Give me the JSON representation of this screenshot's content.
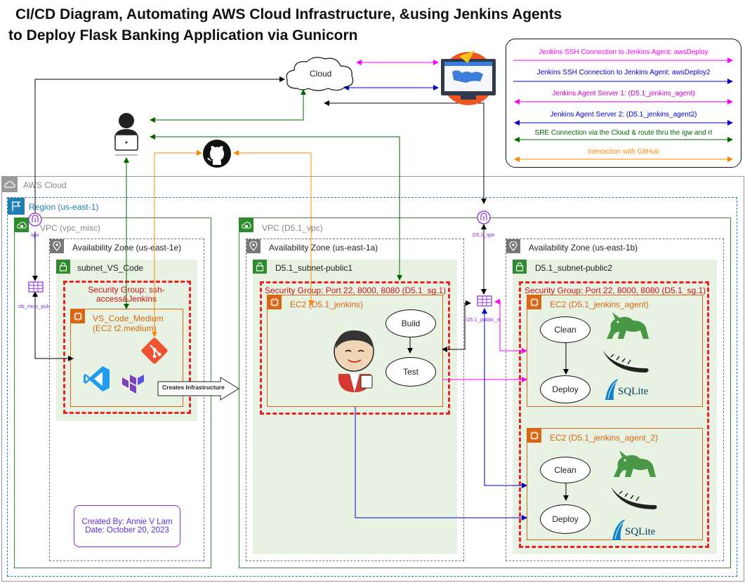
{
  "title": {
    "line1": "CI/CD Diagram, Automating AWS Cloud Infrastructure, &using Jenkins Agents",
    "line2": "to Deploy Flask Banking Application via Gunicorn"
  },
  "cloud_label": "Cloud",
  "legend": [
    {
      "text": "Jenkins SSH Connection to Jenkins Agent:  awsDeploy",
      "color": "#ff00ff"
    },
    {
      "text": "Jenkins SSH Connection to Jenkins Agent:  awsDeploy2",
      "color": "#0000cc"
    },
    {
      "text": "Jenkins Agent Server 1: (D5.1_jenkins_agent)",
      "color": "#cc00cc"
    },
    {
      "text": "Jenkins Agent Server 2: (D5.1_jenkins_agent2)",
      "color": "#0000cc"
    },
    {
      "text": "SRE Connection via the Cloud & route thru the igw and rt",
      "color": "#006600"
    },
    {
      "text": "Interaction with GitHub",
      "color": "#ff8800"
    }
  ],
  "aws_cloud": "AWS Cloud",
  "region": "Region (us-east-1)",
  "vpc_misc": {
    "label": "VPC (vpc_misc)",
    "igw": "igw",
    "rtb": "rtb_misc_pub",
    "az": "Availability Zone (us-east-1e)",
    "subnet": "subnet_VS_Code",
    "sg": "Security Group:  ssh-access&Jenkins",
    "ec2": "VS_Code_Medium",
    "ec2_type": "(EC2 t2.medium)",
    "arrow": "Creates Infrastructure"
  },
  "vpc_d51": {
    "label": "VPC (D5.1_vpc)",
    "igw": "D5.1_igw",
    "rt": "D5.1_public_rt",
    "az_a": "Availability Zone (us-east-1a)",
    "az_b": "Availability Zone (us-east-1b)",
    "subnet1": "D5.1_subnet-public1",
    "subnet2": "D5.1_subnet-public2",
    "sg1": "Security Group: Port 22, 8000, 8080 (D5.1_sg.1)",
    "sg2": "Security Group: Port 22, 8000, 8080 (D5.1_sg.1)",
    "ec2_jenkins": "EC2 (D5.1_jenkins)",
    "build": "Build",
    "test": "Test",
    "ec2_agent": "EC2 (D5.1_jenkins_agent)",
    "ec2_agent2": "EC2 (D5.1_jenkins_agent_2)",
    "clean": "Clean",
    "deploy": "Deploy",
    "sqlite": "SQLite"
  },
  "credit": {
    "line1": "Created By:  Annie V Lam",
    "line2": "Date:  October 20, 2023"
  }
}
